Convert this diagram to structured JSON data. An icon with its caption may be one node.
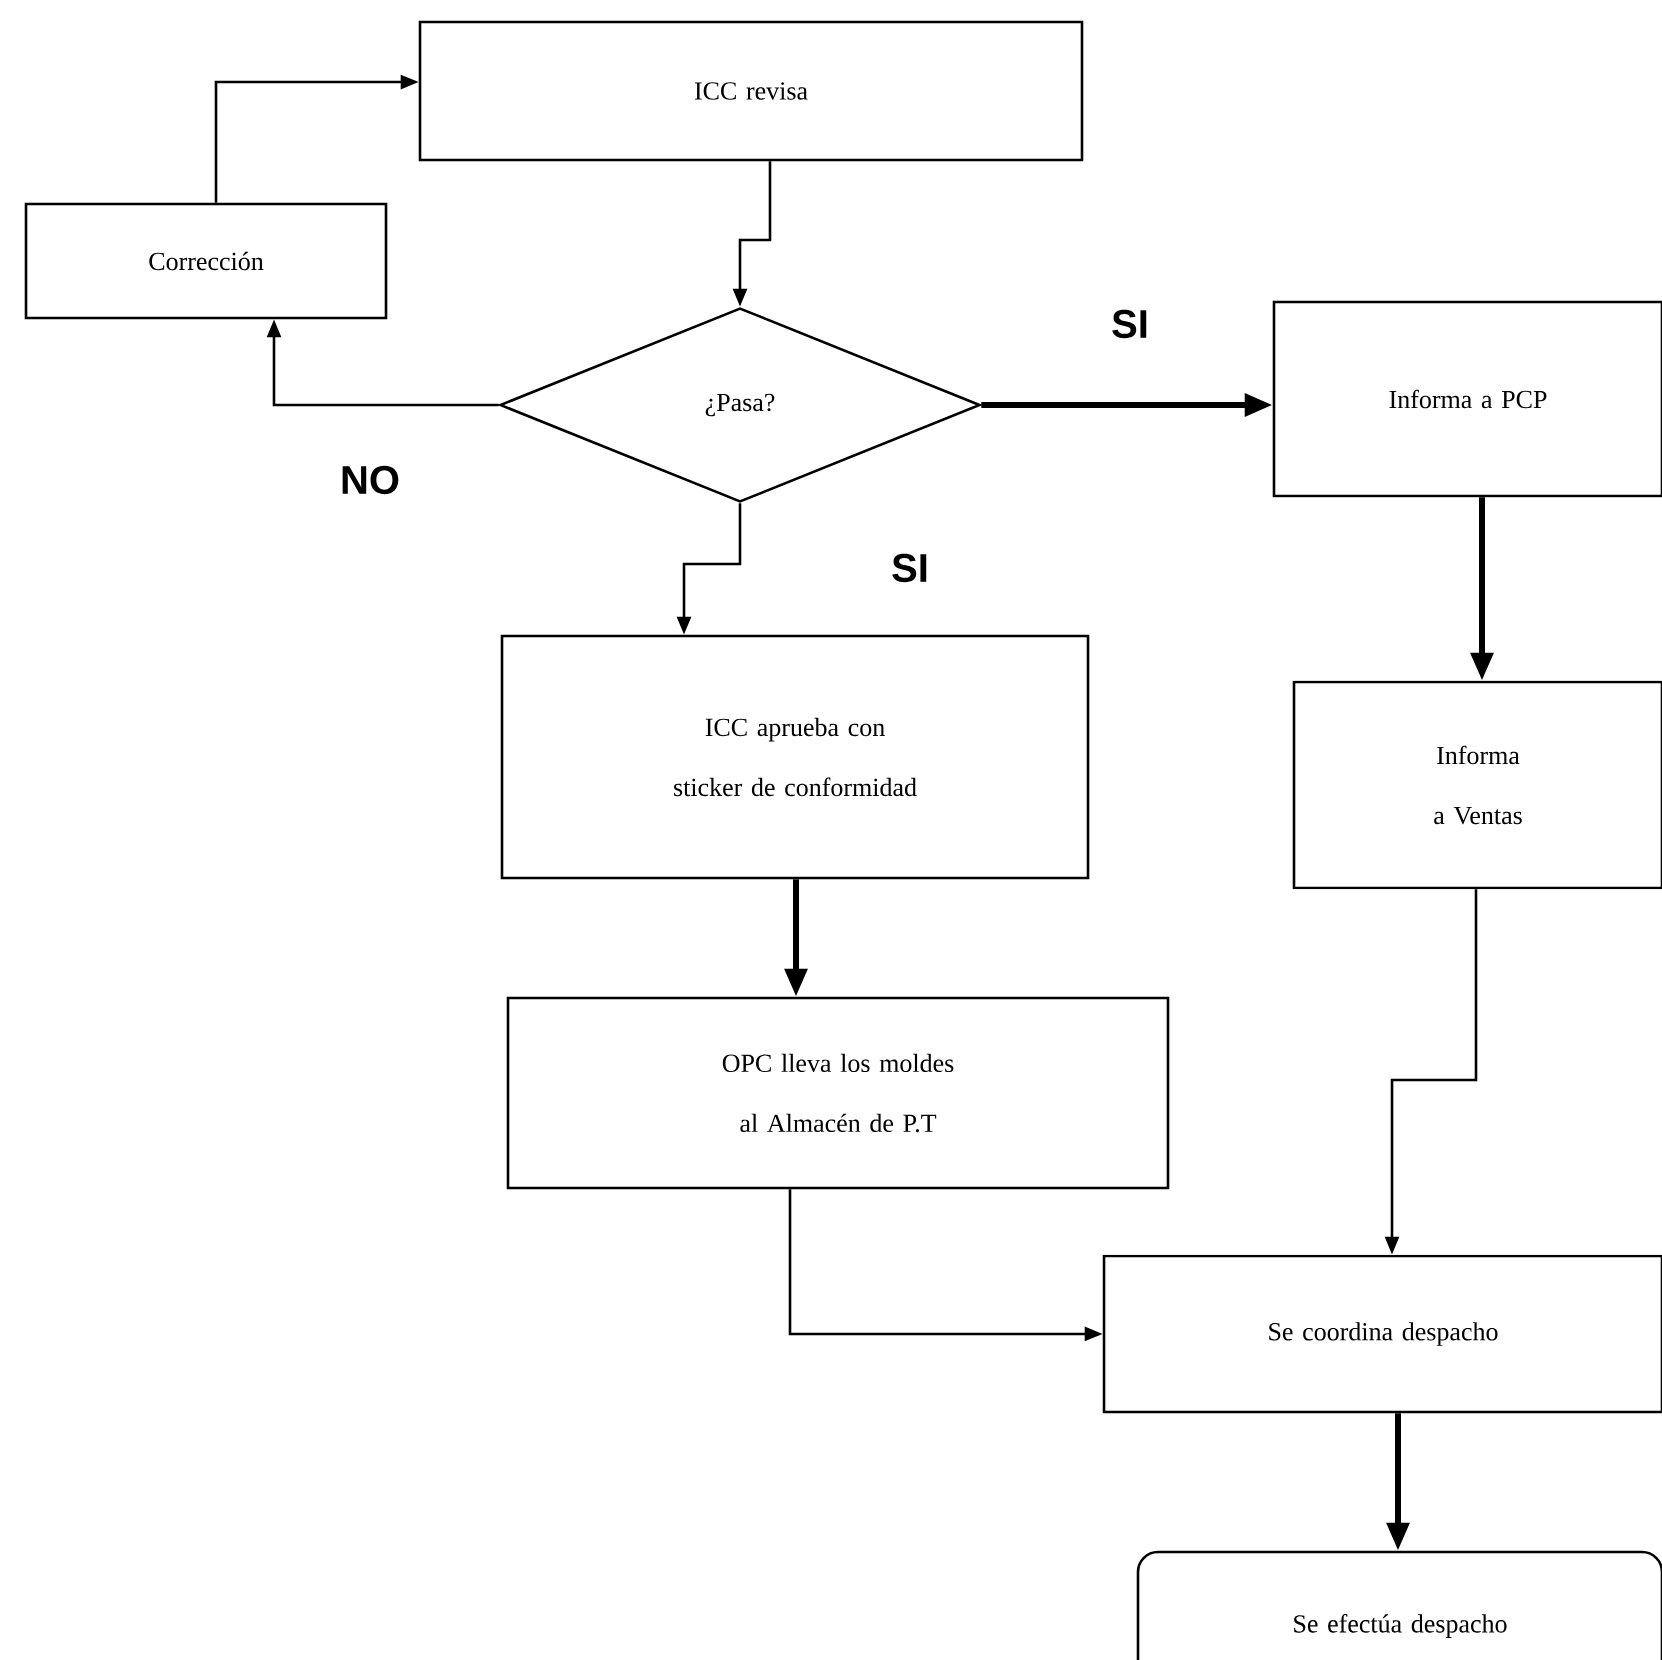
{
  "diagram": {
    "nodes": [
      {
        "text": [
          "ICC revisa"
        ]
      },
      {
        "text": [
          "Corrección"
        ]
      },
      {
        "text": [
          "¿Pasa?"
        ]
      },
      {
        "text": [
          "Informa a PCP"
        ]
      },
      {
        "text": [
          "ICC aprueba con sticker de conformidad"
        ]
      },
      {
        "text": [
          "Informa a Ventas"
        ]
      },
      {
        "text": [
          "OPC lleva los moldes al Almacén de P.T"
        ]
      },
      {
        "text": [
          "Se coordina despacho"
        ]
      },
      {
        "text": [
          "Se efectúa despacho"
        ]
      }
    ],
    "edges": [
      {
        "from": 0,
        "to": 2,
        "arrow": "to"
      },
      {
        "from": 2,
        "to": 1,
        "arrow": "to",
        "label": "NO"
      },
      {
        "from": 1,
        "to": 0,
        "arrow": "to"
      },
      {
        "from": 2,
        "to": 3,
        "arrow": "to",
        "label": "SI",
        "style": "thick"
      },
      {
        "from": 2,
        "to": 4,
        "arrow": "to",
        "label": "SI"
      },
      {
        "from": 3,
        "to": 5,
        "arrow": "to",
        "style": "thick"
      },
      {
        "from": 4,
        "to": 6,
        "arrow": "to",
        "style": "thick"
      },
      {
        "from": 5,
        "to": 7,
        "arrow": "to"
      },
      {
        "from": 6,
        "to": 7,
        "arrow": "to"
      },
      {
        "from": 7,
        "to": 8,
        "arrow": "to",
        "style": "thick"
      }
    ]
  }
}
